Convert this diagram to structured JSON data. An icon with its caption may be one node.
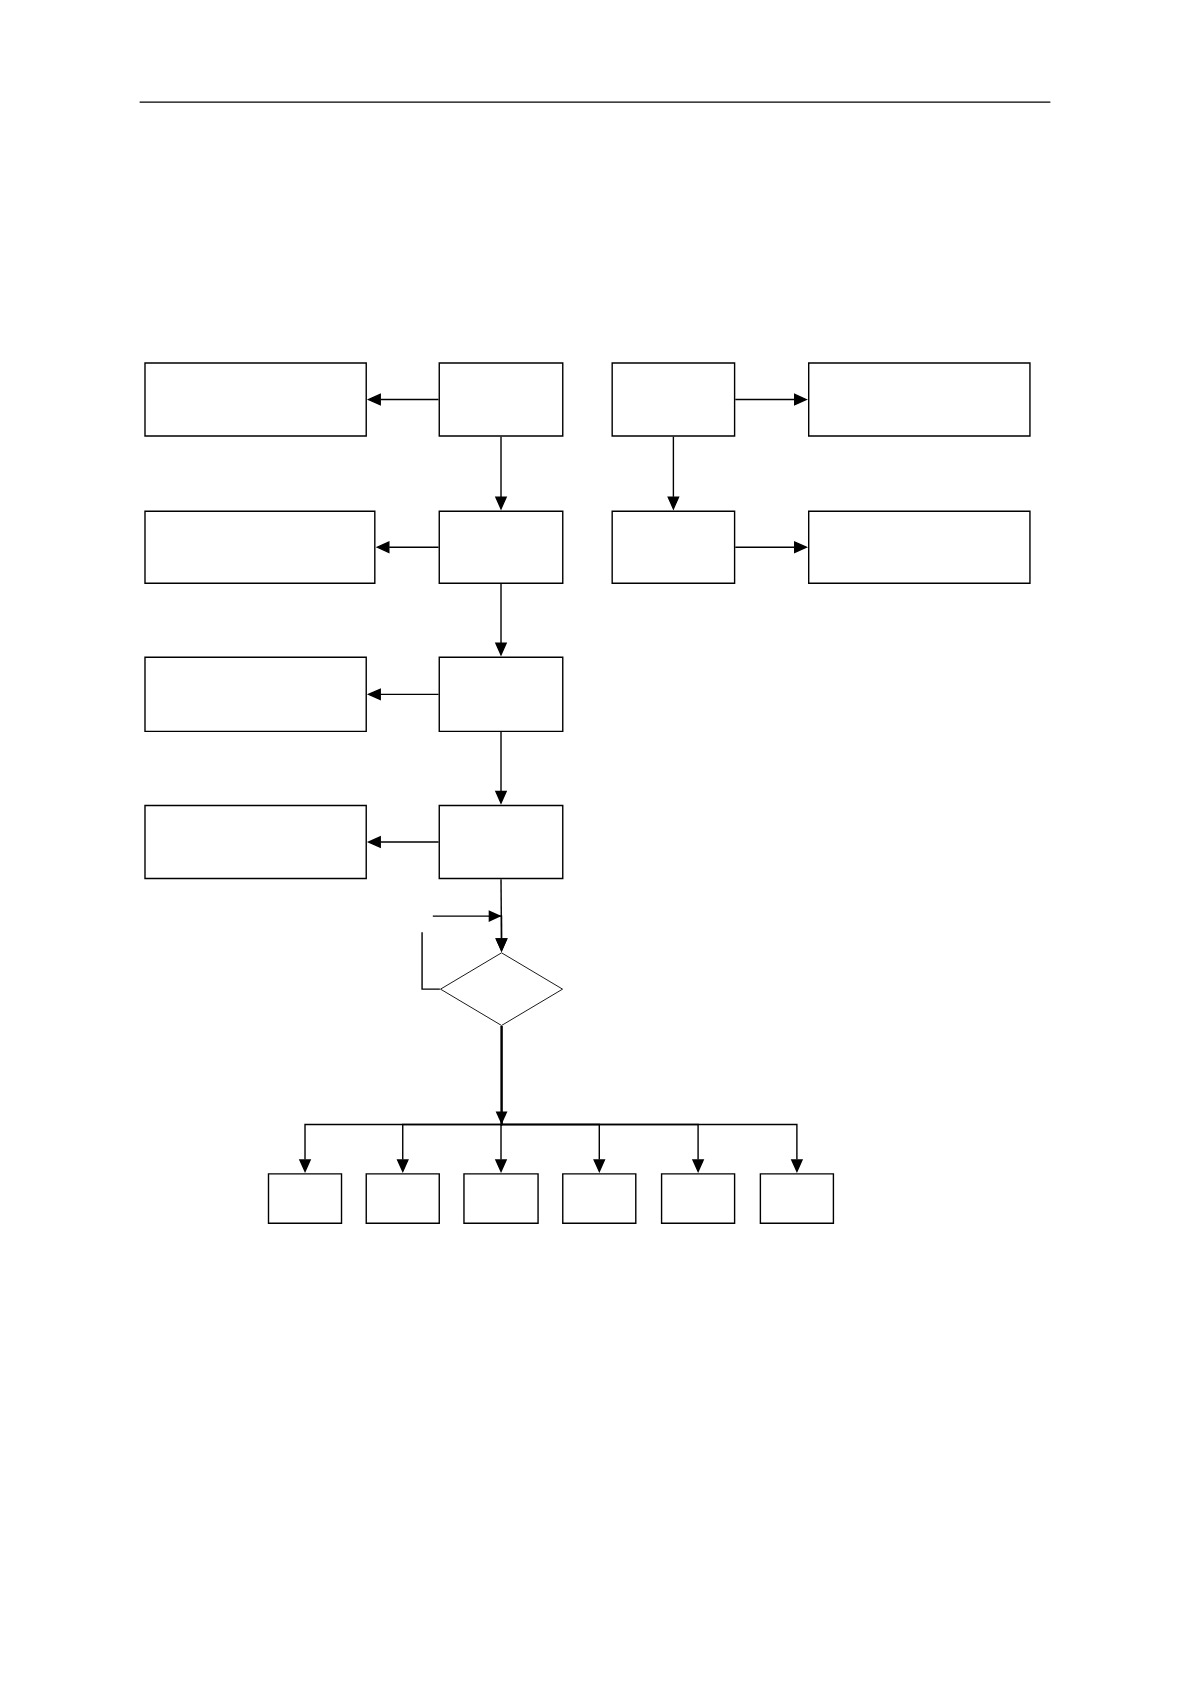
{
  "diagram": {
    "nodes": [
      {
        "text": [],
        "shape": "box"
      },
      {
        "text": [],
        "shape": "box"
      },
      {
        "text": [],
        "shape": "box"
      },
      {
        "text": [],
        "shape": "box"
      },
      {
        "text": [],
        "shape": "box"
      },
      {
        "text": [],
        "shape": "box"
      },
      {
        "text": [],
        "shape": "box"
      },
      {
        "text": [],
        "shape": "box"
      },
      {
        "text": [],
        "shape": "box"
      },
      {
        "text": [],
        "shape": "box"
      },
      {
        "text": [],
        "shape": "box"
      },
      {
        "text": [],
        "shape": "box"
      },
      {
        "text": [],
        "shape": "diamond"
      },
      {
        "text": [],
        "shape": "box"
      },
      {
        "text": [],
        "shape": "box"
      },
      {
        "text": [],
        "shape": "box"
      },
      {
        "text": [],
        "shape": "box"
      },
      {
        "text": [],
        "shape": "box"
      },
      {
        "text": [],
        "shape": "box"
      }
    ],
    "edges": [
      {
        "from": 1,
        "to": 0,
        "arrow": "to"
      },
      {
        "from": 1,
        "to": 5,
        "arrow": "to"
      },
      {
        "from": 2,
        "to": 3,
        "arrow": "to"
      },
      {
        "from": 2,
        "to": 6,
        "arrow": "to"
      },
      {
        "from": 5,
        "to": 4,
        "arrow": "to"
      },
      {
        "from": 6,
        "to": 7,
        "arrow": "to"
      },
      {
        "from": 5,
        "to": 9,
        "arrow": "to"
      },
      {
        "from": 9,
        "to": 8,
        "arrow": "to"
      },
      {
        "from": 9,
        "to": 11,
        "arrow": "to"
      },
      {
        "from": 11,
        "to": 10,
        "arrow": "to"
      },
      {
        "from": 11,
        "to": 12,
        "arrow": "to"
      },
      {
        "from": null,
        "to": 12,
        "arrow": "to"
      },
      {
        "from": 12,
        "to": null,
        "arrow": "none"
      },
      {
        "from": 12,
        "to": 13,
        "arrow": "to"
      },
      {
        "from": 12,
        "to": 14,
        "arrow": "to"
      },
      {
        "from": 12,
        "to": 15,
        "arrow": "to"
      },
      {
        "from": 12,
        "to": 16,
        "arrow": "to"
      },
      {
        "from": 12,
        "to": 17,
        "arrow": "to"
      },
      {
        "from": 12,
        "to": 18,
        "arrow": "to"
      }
    ]
  }
}
